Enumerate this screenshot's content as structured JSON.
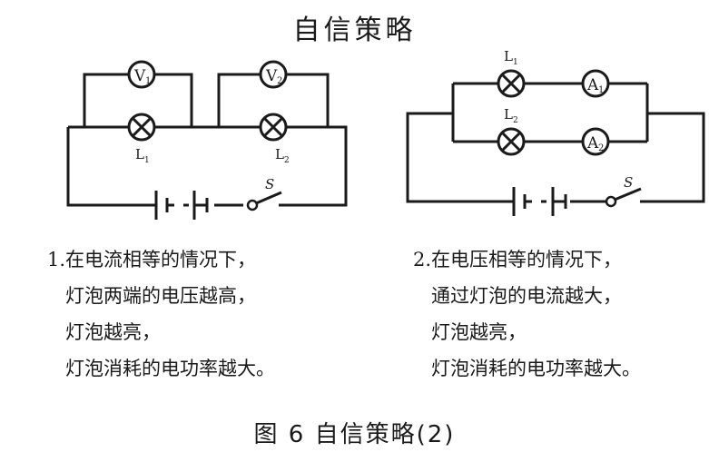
{
  "title": "自信策略",
  "figure_caption": "图 6  自信策略(2)",
  "circuit1": {
    "voltmeter_1": "V",
    "voltmeter_1_sub": "1",
    "voltmeter_2": "V",
    "voltmeter_2_sub": "2",
    "lamp_1": "L",
    "lamp_1_sub": "1",
    "lamp_2": "L",
    "lamp_2_sub": "2",
    "switch": "S"
  },
  "circuit2": {
    "lamp_1": "L",
    "lamp_1_sub": "1",
    "lamp_2": "L",
    "lamp_2_sub": "2",
    "ammeter_1": "A",
    "ammeter_1_sub": "1",
    "ammeter_2": "A",
    "ammeter_2_sub": "2",
    "switch": "S"
  },
  "note1": {
    "line1": "1.在电流相等的情况下，",
    "line2": "灯泡两端的电压越高，",
    "line3": "灯泡越亮，",
    "line4": "灯泡消耗的电功率越大。"
  },
  "note2": {
    "line1": "2.在电压相等的情况下，",
    "line2": "通过灯泡的电流越大，",
    "line3": "灯泡越亮，",
    "line4": "灯泡消耗的电功率越大。"
  }
}
